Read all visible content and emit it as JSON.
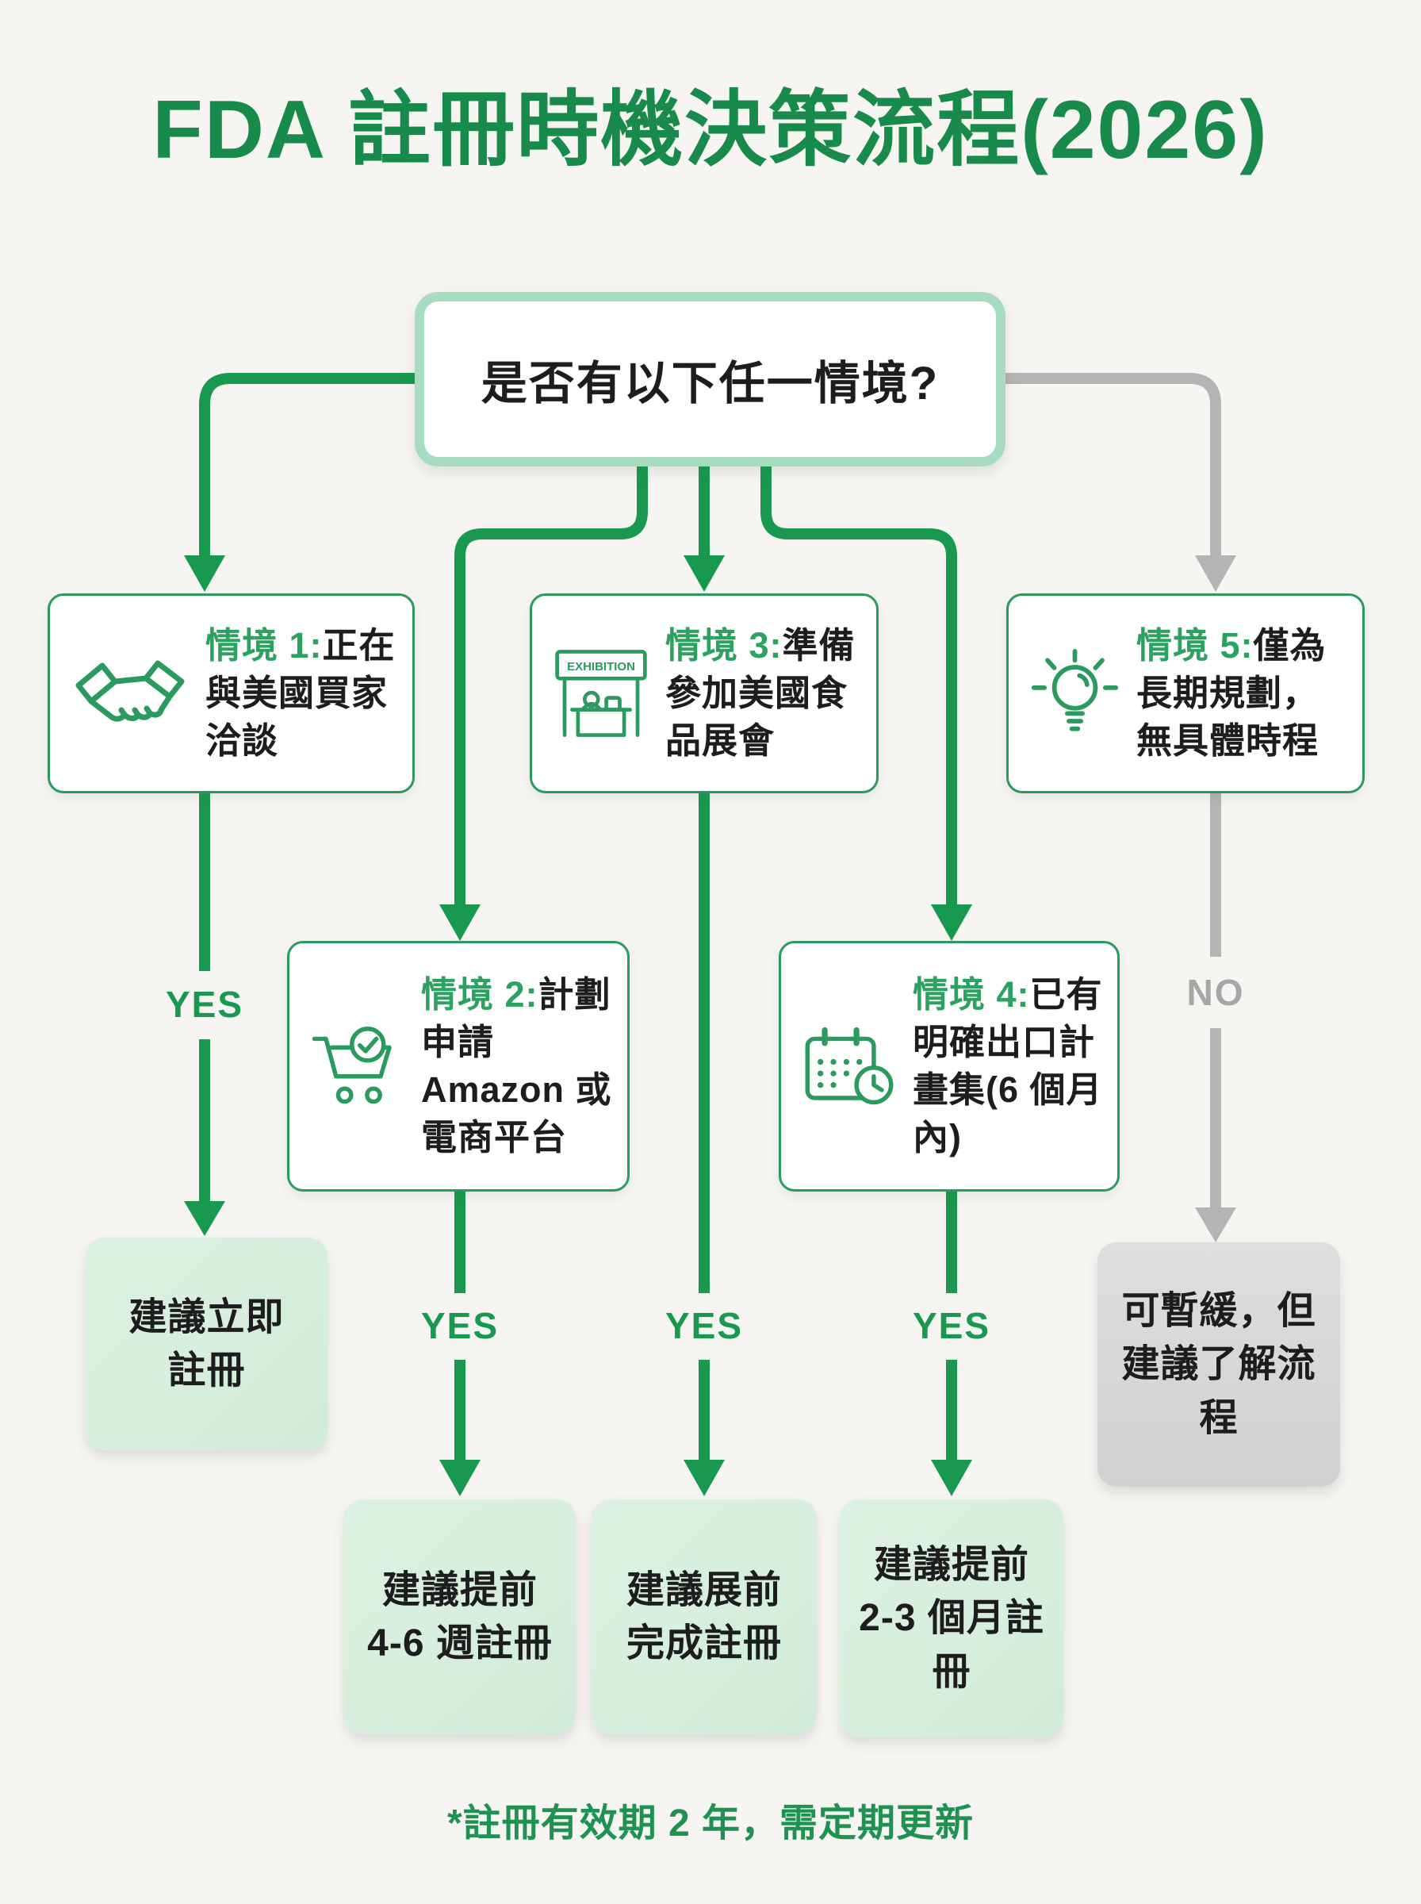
{
  "title": "FDA 註冊時機決策流程(2026)",
  "root_question": "是否有以下任一情境?",
  "scenarios": [
    {
      "label": "情境 1:",
      "text": "正在與美國買家洽談",
      "icon": "handshake-icon"
    },
    {
      "label": "情境 2:",
      "text": "計劃申請 Amazon 或電商平台",
      "icon": "cart-check-icon"
    },
    {
      "label": "情境 3:",
      "text": "準備參加美國食品展會",
      "icon": "exhibition-booth-icon"
    },
    {
      "label": "情境 4:",
      "text": "已有明確出口計畫集(6 個月內)",
      "icon": "calendar-clock-icon"
    },
    {
      "label": "情境 5:",
      "text": "僅為長期規劃，無具體時程",
      "icon": "lightbulb-icon"
    }
  ],
  "exhibition_sign": "EXHIBITION",
  "edge_labels": {
    "yes": "YES",
    "no": "NO"
  },
  "outcomes": [
    {
      "for": "scenario-1",
      "text": "建議立即註冊",
      "style": "green"
    },
    {
      "for": "scenario-2",
      "text": "建議提前 4-6 週註冊",
      "style": "green"
    },
    {
      "for": "scenario-3",
      "text": "建議展前完成註冊",
      "style": "green"
    },
    {
      "for": "scenario-4",
      "text": "建議提前 2-3 個月註冊",
      "style": "green"
    },
    {
      "for": "scenario-5",
      "text": "可暫緩，但建議了解流程",
      "style": "gray"
    }
  ],
  "footnote": "*註冊有效期 2 年，需定期更新",
  "colors": {
    "title_green": "#188a4b",
    "arrow_green": "#18994f",
    "scenario_label_green": "#2ba25f",
    "scenario_border_green": "#2a9a5e",
    "root_border_light_green": "#a8dcc0",
    "result_fill_light_green": "#d9efdf",
    "gray_arrow": "#b4b4b4",
    "gray_fill": "#d9d9d9",
    "background": "#f7f5f2",
    "text_black": "#1d1d1d"
  }
}
